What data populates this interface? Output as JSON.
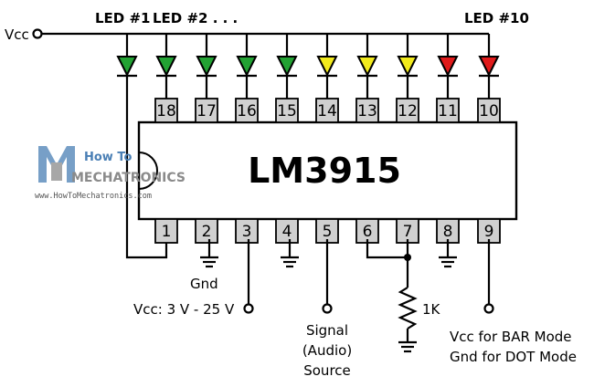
{
  "chip": {
    "name": "LM3915"
  },
  "labels": {
    "vcc": "Vcc",
    "led_first": "LED #1",
    "led_second": "LED #2 . . .",
    "led_last": "LED #10",
    "gnd": "Gnd",
    "vcc_range": "Vcc: 3 V - 25 V",
    "signal_1": "Signal",
    "signal_2": "(Audio)",
    "signal_3": "Source",
    "resistor": "1K",
    "mode_bar": "Vcc for BAR Mode",
    "mode_dot": "Gnd for DOT Mode"
  },
  "top_pins": [
    "18",
    "17",
    "16",
    "15",
    "14",
    "13",
    "12",
    "11",
    "10"
  ],
  "bottom_pins": [
    "1",
    "2",
    "3",
    "4",
    "5",
    "6",
    "7",
    "8",
    "9"
  ],
  "led_colors": [
    "#22a233",
    "#22a233",
    "#22a233",
    "#22a233",
    "#22a233",
    "#f2ea1c",
    "#f2ea1c",
    "#f2ea1c",
    "#e01b1b",
    "#e01b1b"
  ],
  "colors": {
    "pin_fill": "#d0d0d0",
    "logo_blue": "#4a7fb5",
    "logo_gray": "#8a8a8a"
  },
  "logo": {
    "line1": "How To",
    "line2": "MECHATRONICS",
    "url": "www.HowToMechatronics.com"
  }
}
